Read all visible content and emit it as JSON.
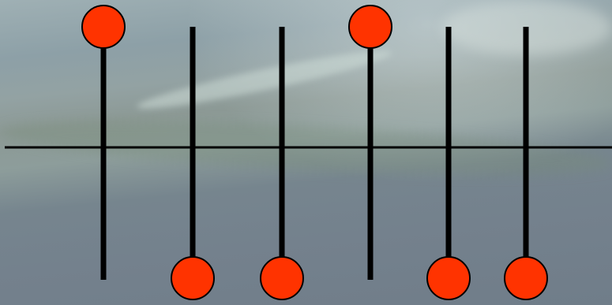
{
  "diagram": {
    "colors": {
      "line": "#000000",
      "node": "#ff3300",
      "node_outline": "#000000"
    },
    "stems": [
      {
        "id": 1,
        "node_side": "top"
      },
      {
        "id": 2,
        "node_side": "bottom"
      },
      {
        "id": 3,
        "node_side": "bottom"
      },
      {
        "id": 4,
        "node_side": "top"
      },
      {
        "id": 5,
        "node_side": "bottom"
      },
      {
        "id": 6,
        "node_side": "bottom"
      }
    ]
  }
}
